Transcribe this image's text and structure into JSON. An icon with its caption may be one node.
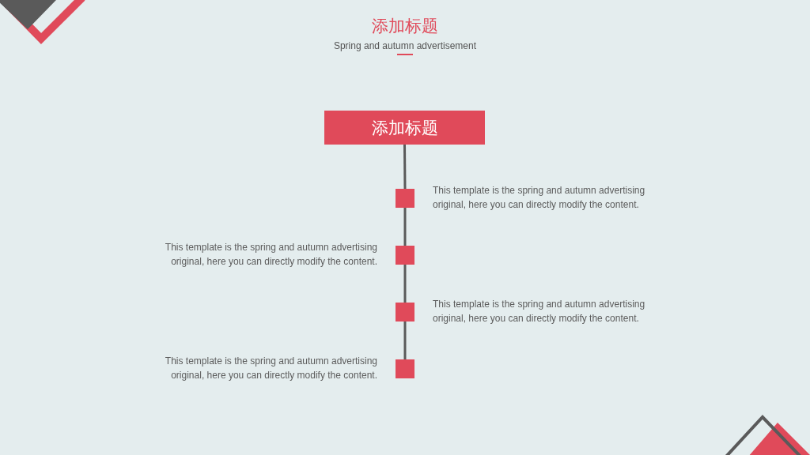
{
  "diagram": {
    "title": "添加标题",
    "nodes": [
      {
        "text": [
          "添加标题"
        ]
      },
      {
        "text": [],
        "shape": "box",
        "beside": [
          "This template is the spring and autumn advertising original, here you can directly modify the content."
        ]
      },
      {
        "text": [],
        "shape": "box",
        "beside": [
          "This template is the spring and autumn advertising original, here you can directly modify the content."
        ]
      },
      {
        "text": [],
        "shape": "box",
        "beside": [
          "This template is the spring and autumn advertising original, here you can directly modify the content."
        ]
      },
      {
        "text": [],
        "shape": "box",
        "beside": [
          "This template is the spring and autumn advertising original, here you can directly modify the content."
        ]
      }
    ],
    "edges": [
      {
        "from": 0,
        "to": 1,
        "arrow": "none"
      },
      {
        "from": 1,
        "to": 2,
        "arrow": "none"
      },
      {
        "from": 2,
        "to": 3,
        "arrow": "none"
      },
      {
        "from": 3,
        "to": 4,
        "arrow": "none"
      }
    ],
    "labels": [
      "Spring and autumn advertisement"
    ]
  }
}
